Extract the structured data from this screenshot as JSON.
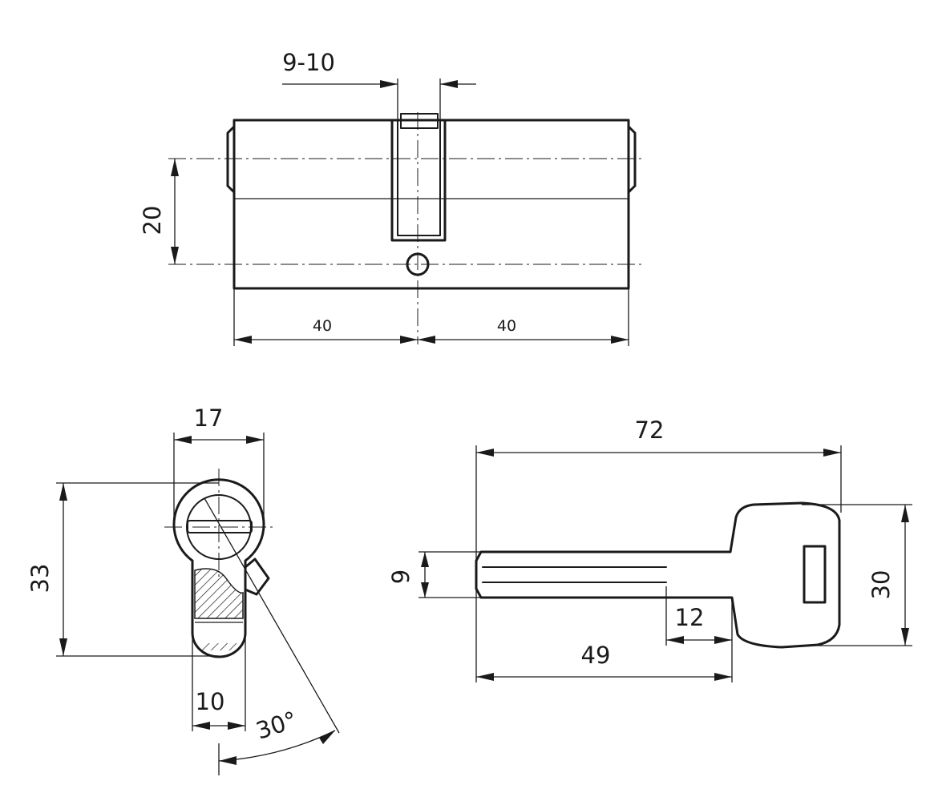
{
  "colors": {
    "line": "#1a1a1a",
    "background": "#ffffff"
  },
  "dimensions": {
    "cam_slot_width": "9-10",
    "center_distance": "20",
    "left_length": "40",
    "right_length": "40",
    "profile_width": "17",
    "profile_height": "33",
    "profile_bottom_width": "10",
    "cam_angle": "30°",
    "key_total_length": "72",
    "key_blade_height": "9",
    "key_head_height": "30",
    "key_blade_length": "49",
    "key_shoulder": "12"
  }
}
